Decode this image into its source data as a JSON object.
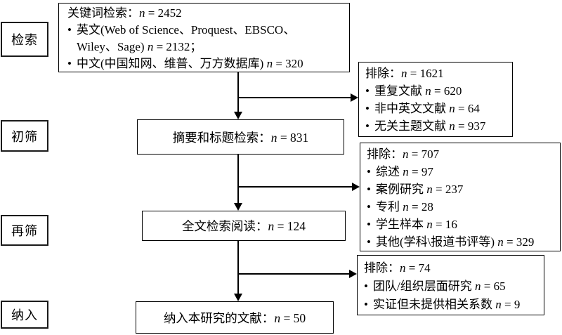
{
  "bullet_char": "•",
  "stages": [
    {
      "label": "检索"
    },
    {
      "label": "初筛"
    },
    {
      "label": "再筛"
    },
    {
      "label": "纳入"
    }
  ],
  "flow": [
    {
      "title": "关键词检索：n = 2452",
      "bullets": [
        "英文(Web of Science、Proquest、EBSCO、Wiley、Sage) n = 2132；",
        "中文(中国知网、维普、万方数据库) n = 320"
      ]
    },
    {
      "title": "摘要和标题检索：n = 831"
    },
    {
      "title": "全文检索阅读：n = 124"
    },
    {
      "title": "纳入本研究的文献：n = 50"
    }
  ],
  "exclusions": [
    {
      "title": "排除：n = 1621",
      "items": [
        "重复文献 n = 620",
        "非中英文文献 n = 64",
        "无关主题文献 n = 937"
      ]
    },
    {
      "title": "排除：n = 707",
      "items": [
        "综述 n = 97",
        "案例研究 n = 237",
        "专利 n = 28",
        "学生样本 n = 16",
        "其他(学科\\报道书评等) n = 329"
      ]
    },
    {
      "title": "排除：n = 74",
      "items": [
        "团队/组织层面研究 n = 65",
        "实证但未提供相关系数 n = 9"
      ]
    }
  ]
}
